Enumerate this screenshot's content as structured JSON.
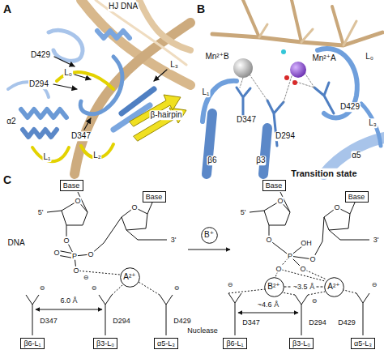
{
  "diagram": {
    "nodes": [
      {
        "text": [
          "Base"
        ]
      },
      {
        "text": [
          "Base"
        ]
      },
      {
        "text": [
          "A²⁺"
        ]
      },
      {
        "text": [
          "β6-L₁"
        ]
      },
      {
        "text": [
          "β3-L₀"
        ]
      },
      {
        "text": [
          "α5-L₃"
        ]
      },
      {
        "text": [
          "B⁺"
        ]
      },
      {
        "text": [
          "Base"
        ]
      },
      {
        "text": [
          "Base"
        ]
      },
      {
        "text": [
          "B²⁺"
        ]
      },
      {
        "text": [
          "A²⁺"
        ]
      },
      {
        "text": [
          "β6-L₁"
        ]
      },
      {
        "text": [
          "β3-L₀"
        ]
      },
      {
        "text": [
          "α5-L₃"
        ]
      }
    ],
    "edges": [
      {
        "from": 9,
        "to": 10,
        "label": "~3.5 Å",
        "arrow": "none"
      }
    ],
    "labels": [
      "A",
      "HJ DNA",
      "L₃",
      "D429",
      "L₀",
      "D294",
      "β-hairpin",
      "α2",
      "D347",
      "L₁",
      "L₂",
      "B",
      "L₁",
      "L₀",
      "Mn²⁺B",
      "Mn²⁺A",
      "D429",
      "L₃",
      "β6",
      "β3",
      "α5",
      "D347",
      "D294",
      "C",
      "DNA",
      "5'",
      "O",
      "O",
      "P",
      "O",
      "O",
      "⊖",
      "O",
      "O",
      "3'",
      "D347",
      "D294",
      "D429",
      "6.0 Å",
      "⊖",
      "⊖",
      "⊖",
      "Nuclease",
      "Transition state",
      "5'",
      "O",
      "O",
      "P",
      "OH",
      "O",
      "O",
      "O",
      "O",
      "3'",
      "D347",
      "D294",
      "D429",
      "~4.6 Å",
      "⊖",
      "⊖",
      "⊖"
    ]
  }
}
